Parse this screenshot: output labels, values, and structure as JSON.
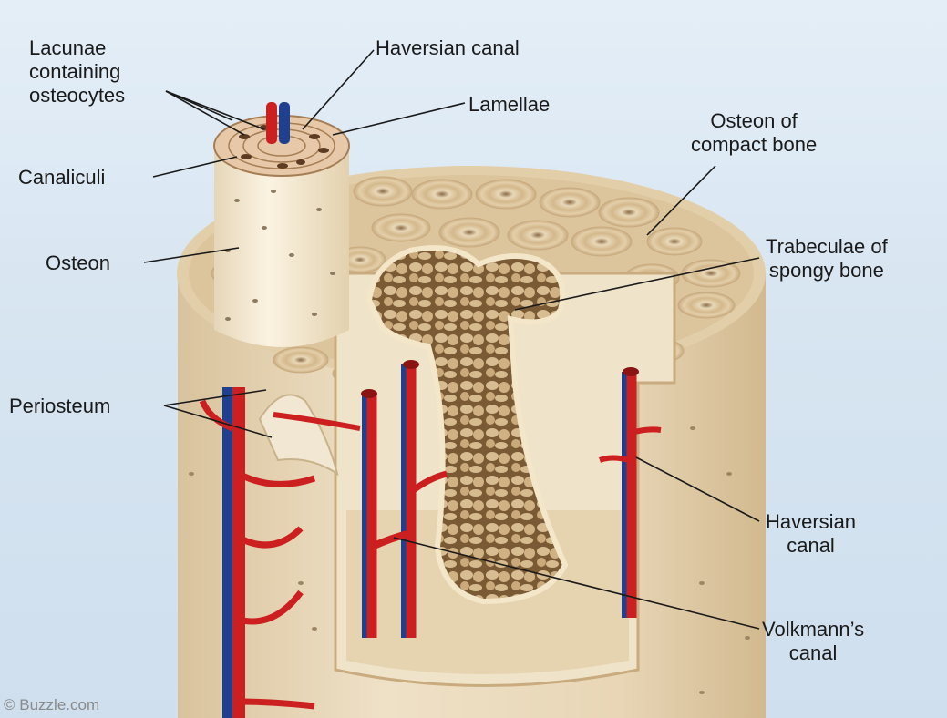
{
  "labels": {
    "lacunae": "Lacunae\ncontaining\nosteocytes",
    "haversian_top": "Haversian canal",
    "lamellae": "Lamellae",
    "canaliculi": "Canaliculi",
    "osteon": "Osteon",
    "osteon_compact": "Osteon of\ncompact bone",
    "trabeculae": "Trabeculae of\nspongy bone",
    "periosteum": "Periosteum",
    "haversian_side": "Haversian\ncanal",
    "volkmann": "Volkmann’s\ncanal"
  },
  "watermark": "© Buzzle.com",
  "colors": {
    "background": "#d7e5f1",
    "bone": "#eedfc4",
    "bone_shadow": "#d8c4a0",
    "compact_surface": "#e2cfa9",
    "osteon_ring": "#c8aa7e",
    "spongy": "#c9a77a",
    "artery": "#cc1f1f",
    "vein": "#1f3f8f"
  }
}
